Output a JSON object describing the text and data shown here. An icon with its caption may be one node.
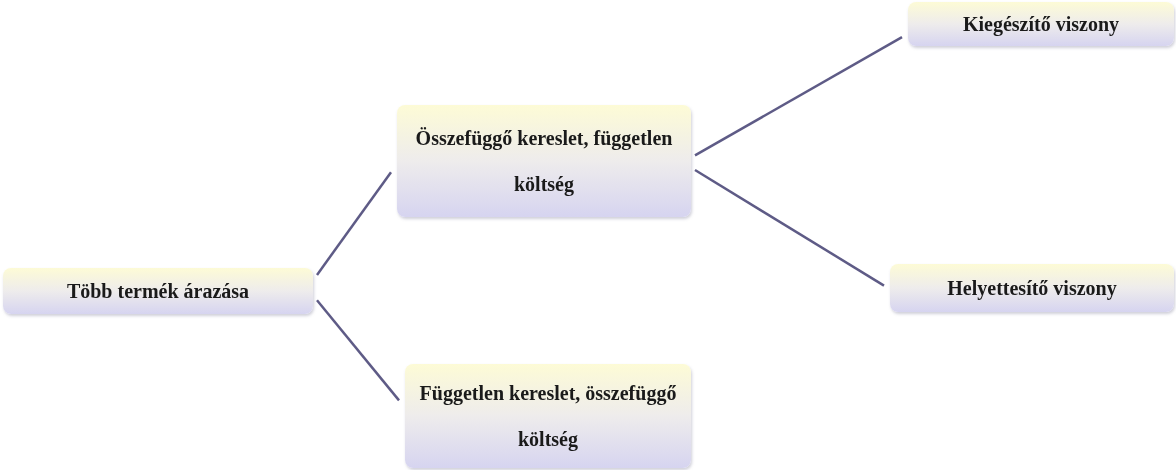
{
  "diagram": {
    "nodes": [
      {
        "text": [
          "Több termék árazása"
        ]
      },
      {
        "text": [
          "Összefüggő kereslet, független költség"
        ]
      },
      {
        "text": [
          "Kiegészítő viszony"
        ]
      },
      {
        "text": [
          "Helyettesítő viszony"
        ]
      },
      {
        "text": [
          "Független kereslet, összefüggő költség"
        ]
      }
    ],
    "edges": [
      {
        "from": 0,
        "to": 1,
        "arrow": "none"
      },
      {
        "from": 0,
        "to": 4,
        "arrow": "none"
      },
      {
        "from": 1,
        "to": 2,
        "arrow": "none"
      },
      {
        "from": 1,
        "to": 3,
        "arrow": "none"
      }
    ]
  }
}
